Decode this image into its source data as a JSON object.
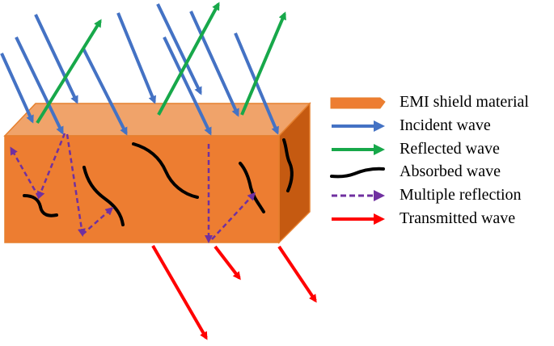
{
  "colors": {
    "material_front": "#ED7D31",
    "material_top": "#F0A36A",
    "material_side": "#C55A11",
    "material_outline": "#E6802E",
    "incident": "#4472C4",
    "reflected": "#17A84A",
    "absorbed": "#000000",
    "multiple_reflection": "#7030A0",
    "transmitted": "#FF0000"
  },
  "legend": {
    "items": [
      {
        "key": "material",
        "label": "EMI shield material",
        "icon": "orange-swatch-icon"
      },
      {
        "key": "incident",
        "label": "Incident wave",
        "icon": "blue-arrow-icon"
      },
      {
        "key": "reflected",
        "label": "Reflected wave",
        "icon": "green-arrow-icon"
      },
      {
        "key": "absorbed",
        "label": "Absorbed wave",
        "icon": "black-wave-icon"
      },
      {
        "key": "multiple",
        "label": "Multiple reflection",
        "icon": "purple-dashed-arrow-icon"
      },
      {
        "key": "transmitted",
        "label": "Transmitted wave",
        "icon": "red-arrow-icon"
      }
    ]
  }
}
